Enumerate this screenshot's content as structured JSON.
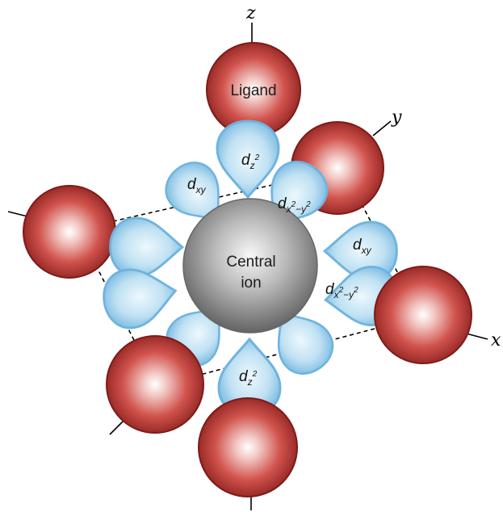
{
  "axes": {
    "x": "x",
    "y": "y",
    "z": "z"
  },
  "labels": {
    "ligand": "Ligand",
    "central_ion_line1": "Central",
    "central_ion_line2": "ion"
  },
  "orbitals": {
    "dz2_top": {
      "main": "d",
      "sub": "z",
      "sup": "2"
    },
    "dz2_bottom": {
      "main": "d",
      "sub": "z",
      "sup": "2"
    },
    "dxy_left": {
      "main": "d",
      "sub": "xy"
    },
    "dxy_right": {
      "main": "d",
      "sub": "xy"
    },
    "dx2y2_top": {
      "main": "d",
      "sub": "x",
      "sup1": "2",
      "mid": "−y",
      "sup2": "2"
    },
    "dx2y2_right": {
      "main": "d",
      "sub": "x",
      "sup1": "2",
      "mid": "−y",
      "sup2": "2"
    }
  },
  "colors": {
    "ligand": "#c1433f",
    "lobe": "#8fc6e8",
    "central_ion": "#9a9a9a",
    "plane_outline": "#000000"
  }
}
